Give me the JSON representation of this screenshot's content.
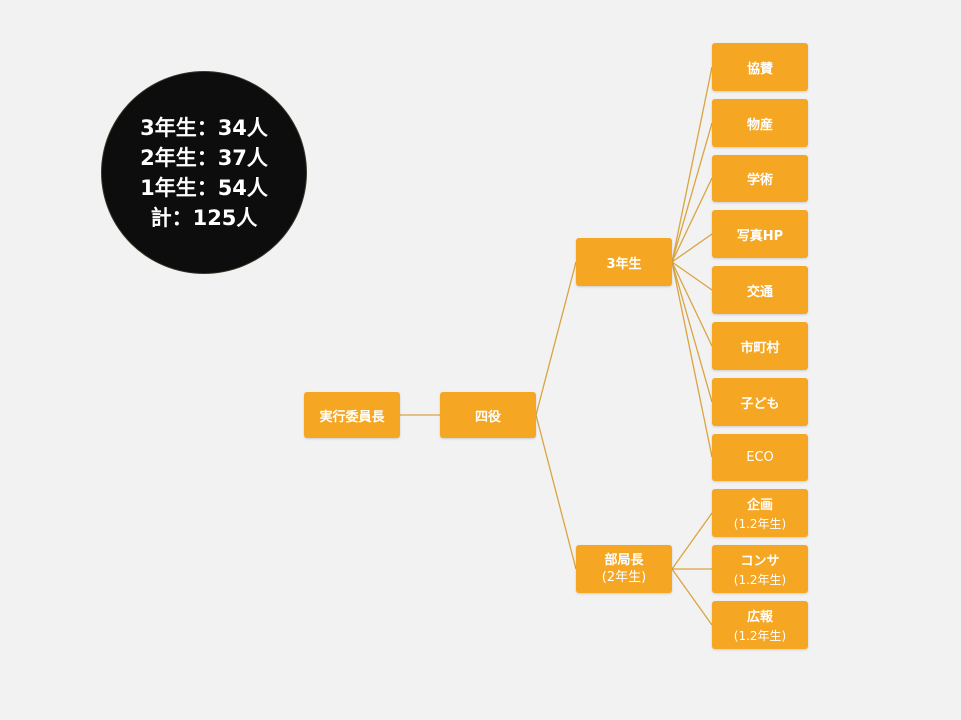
{
  "stats": {
    "lines": [
      "3年生：34人",
      "2年生：37人",
      "1年生：54人",
      "計：125人"
    ]
  },
  "org": {
    "root": "実行委員長",
    "officers": "四役",
    "third_year": "3年生",
    "dept_heads": {
      "label": "部局長",
      "sub": "(2年生)"
    },
    "third_year_sections": [
      "協賛",
      "物産",
      "学術",
      "写真HP",
      "交通",
      "市町村",
      "子ども",
      "ECO"
    ],
    "dept_sections": [
      {
        "label": "企画",
        "sub": "(1.2年生)"
      },
      {
        "label": "コンサ",
        "sub": "(1.2年生)"
      },
      {
        "label": "広報",
        "sub": "(1.2年生)"
      }
    ]
  },
  "colors": {
    "node": "#f5a623",
    "line": "#d9a441",
    "background": "#f2f2f2",
    "circle": "#0d0d0d"
  }
}
